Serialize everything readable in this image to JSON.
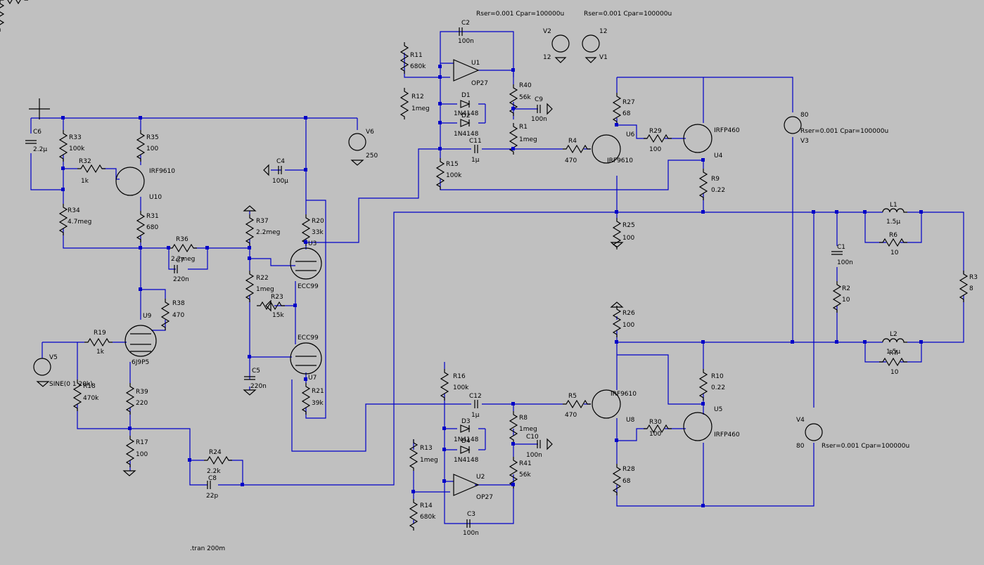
{
  "cursor_icon": "crosshair-icon",
  "colors": {
    "background": "#c0c0c0",
    "wire": "#0000c8",
    "component": "#000000"
  },
  "directive": ".tran 200m",
  "rser_top_1": "Rser=0.001 Cpar=100000u",
  "rser_top_2": "Rser=0.001 Cpar=100000u",
  "labels": {
    "C6": "C6",
    "C6v": "2.2µ",
    "R33": "R33",
    "R33v": "100k",
    "R35": "R35",
    "R35v": "100",
    "R32": "R32",
    "R32v": "1k",
    "IRF9610_a": "IRF9610",
    "U10": "U10",
    "R34": "R34",
    "R34v": "4.7meg",
    "R31": "R31",
    "R31v": "680",
    "R36": "R36",
    "R36v": "2.2meg",
    "C7": "C7",
    "C7v": "220n",
    "R38": "R38",
    "R38v": "470",
    "U9": "U9",
    "U9v": "6J9P5",
    "R19": "R19",
    "R19v": "1k",
    "V5": "V5",
    "V5v": "SINE(0 1 20k)",
    "R18": "R18",
    "R18v": "470k",
    "R39": "R39",
    "R39v": "220",
    "R17": "R17",
    "R17v": "100",
    "R24": "R24",
    "R24v": "2.2k",
    "C8": "C8",
    "C8v": "22p",
    "C4": "C4",
    "C4v": "100µ",
    "R37": "R37",
    "R37v": "2.2meg",
    "R22": "R22",
    "R22v": "1meg",
    "R23": "R23",
    "R23v": "15k",
    "C5": "C5",
    "C5v": "220n",
    "R20": "R20",
    "R20v": "33k",
    "U3": "U3",
    "ECC99_a": "ECC99",
    "ECC99_b": "ECC99",
    "U7": "U7",
    "R21": "R21",
    "R21v": "39k",
    "V6": "V6",
    "V6v": "250",
    "R11": "R11",
    "R11v": "680k",
    "R12": "R12",
    "R12v": "1meg",
    "C2": "C2",
    "C2v": "100n",
    "U1": "U1",
    "OP27_a": "OP27",
    "D1": "D1",
    "D1v": "1N4148",
    "D2": "D2",
    "D2v": "1N4148",
    "R40": "R40",
    "R40v": "56k",
    "C9": "C9",
    "C9v": "100n",
    "R1": "R1",
    "R1v": "1meg",
    "C11": "C11",
    "C11v": "1µ",
    "R15": "R15",
    "R15v": "100k",
    "R4": "R4",
    "R4v": "470",
    "IRF9610_b": "IRF9610",
    "R27": "R27",
    "R27v": "68",
    "U6": "U6",
    "R29": "R29",
    "R29v": "100",
    "IRFP460_a": "IRFP460",
    "U4": "U4",
    "R9": "R9",
    "R9v": "0.22",
    "R25": "R25",
    "R25v": "100",
    "V2": "V2",
    "V2v": "12",
    "V1": "V1",
    "V1v": "12",
    "V3": "V3",
    "V3v": "80",
    "V3r": "Rser=0.001 Cpar=100000u",
    "L1": "L1",
    "L1v": "1.5µ",
    "R6": "R6",
    "R6v": "10",
    "C1": "C1",
    "C1v": "100n",
    "R2": "R2",
    "R2v": "10",
    "R3": "R3",
    "R3v": "8",
    "L2": "L2",
    "L2v": "1.5µ",
    "R7": "R7",
    "R7v": "10",
    "R26": "R26",
    "R26v": "100",
    "R10": "R10",
    "R10v": "0.22",
    "U5": "U5",
    "R16": "R16",
    "R16v": "100k",
    "C12": "C12",
    "C12v": "1µ",
    "R5": "R5",
    "R5v": "470",
    "IRF9610_c": "IRF9610",
    "R8": "R8",
    "R8v": "1meg",
    "C10": "C10",
    "C10v": "100n",
    "D3": "D3",
    "D3v": "1N4148",
    "D4": "D4",
    "D4v": "1N4148",
    "R41": "R41",
    "R41v": "56k",
    "R13": "R13",
    "R13v": "1meg",
    "R14": "R14",
    "R14v": "680k",
    "U2": "U2",
    "OP27_b": "OP27",
    "C3": "C3",
    "C3v": "100n",
    "R30": "R30",
    "R30v": "100",
    "IRFP460_b": "IRFP460",
    "U8": "U8",
    "R28": "R28",
    "R28v": "68",
    "V4": "V4",
    "V4v": "80",
    "V4r": "Rser=0.001 Cpar=100000u"
  }
}
